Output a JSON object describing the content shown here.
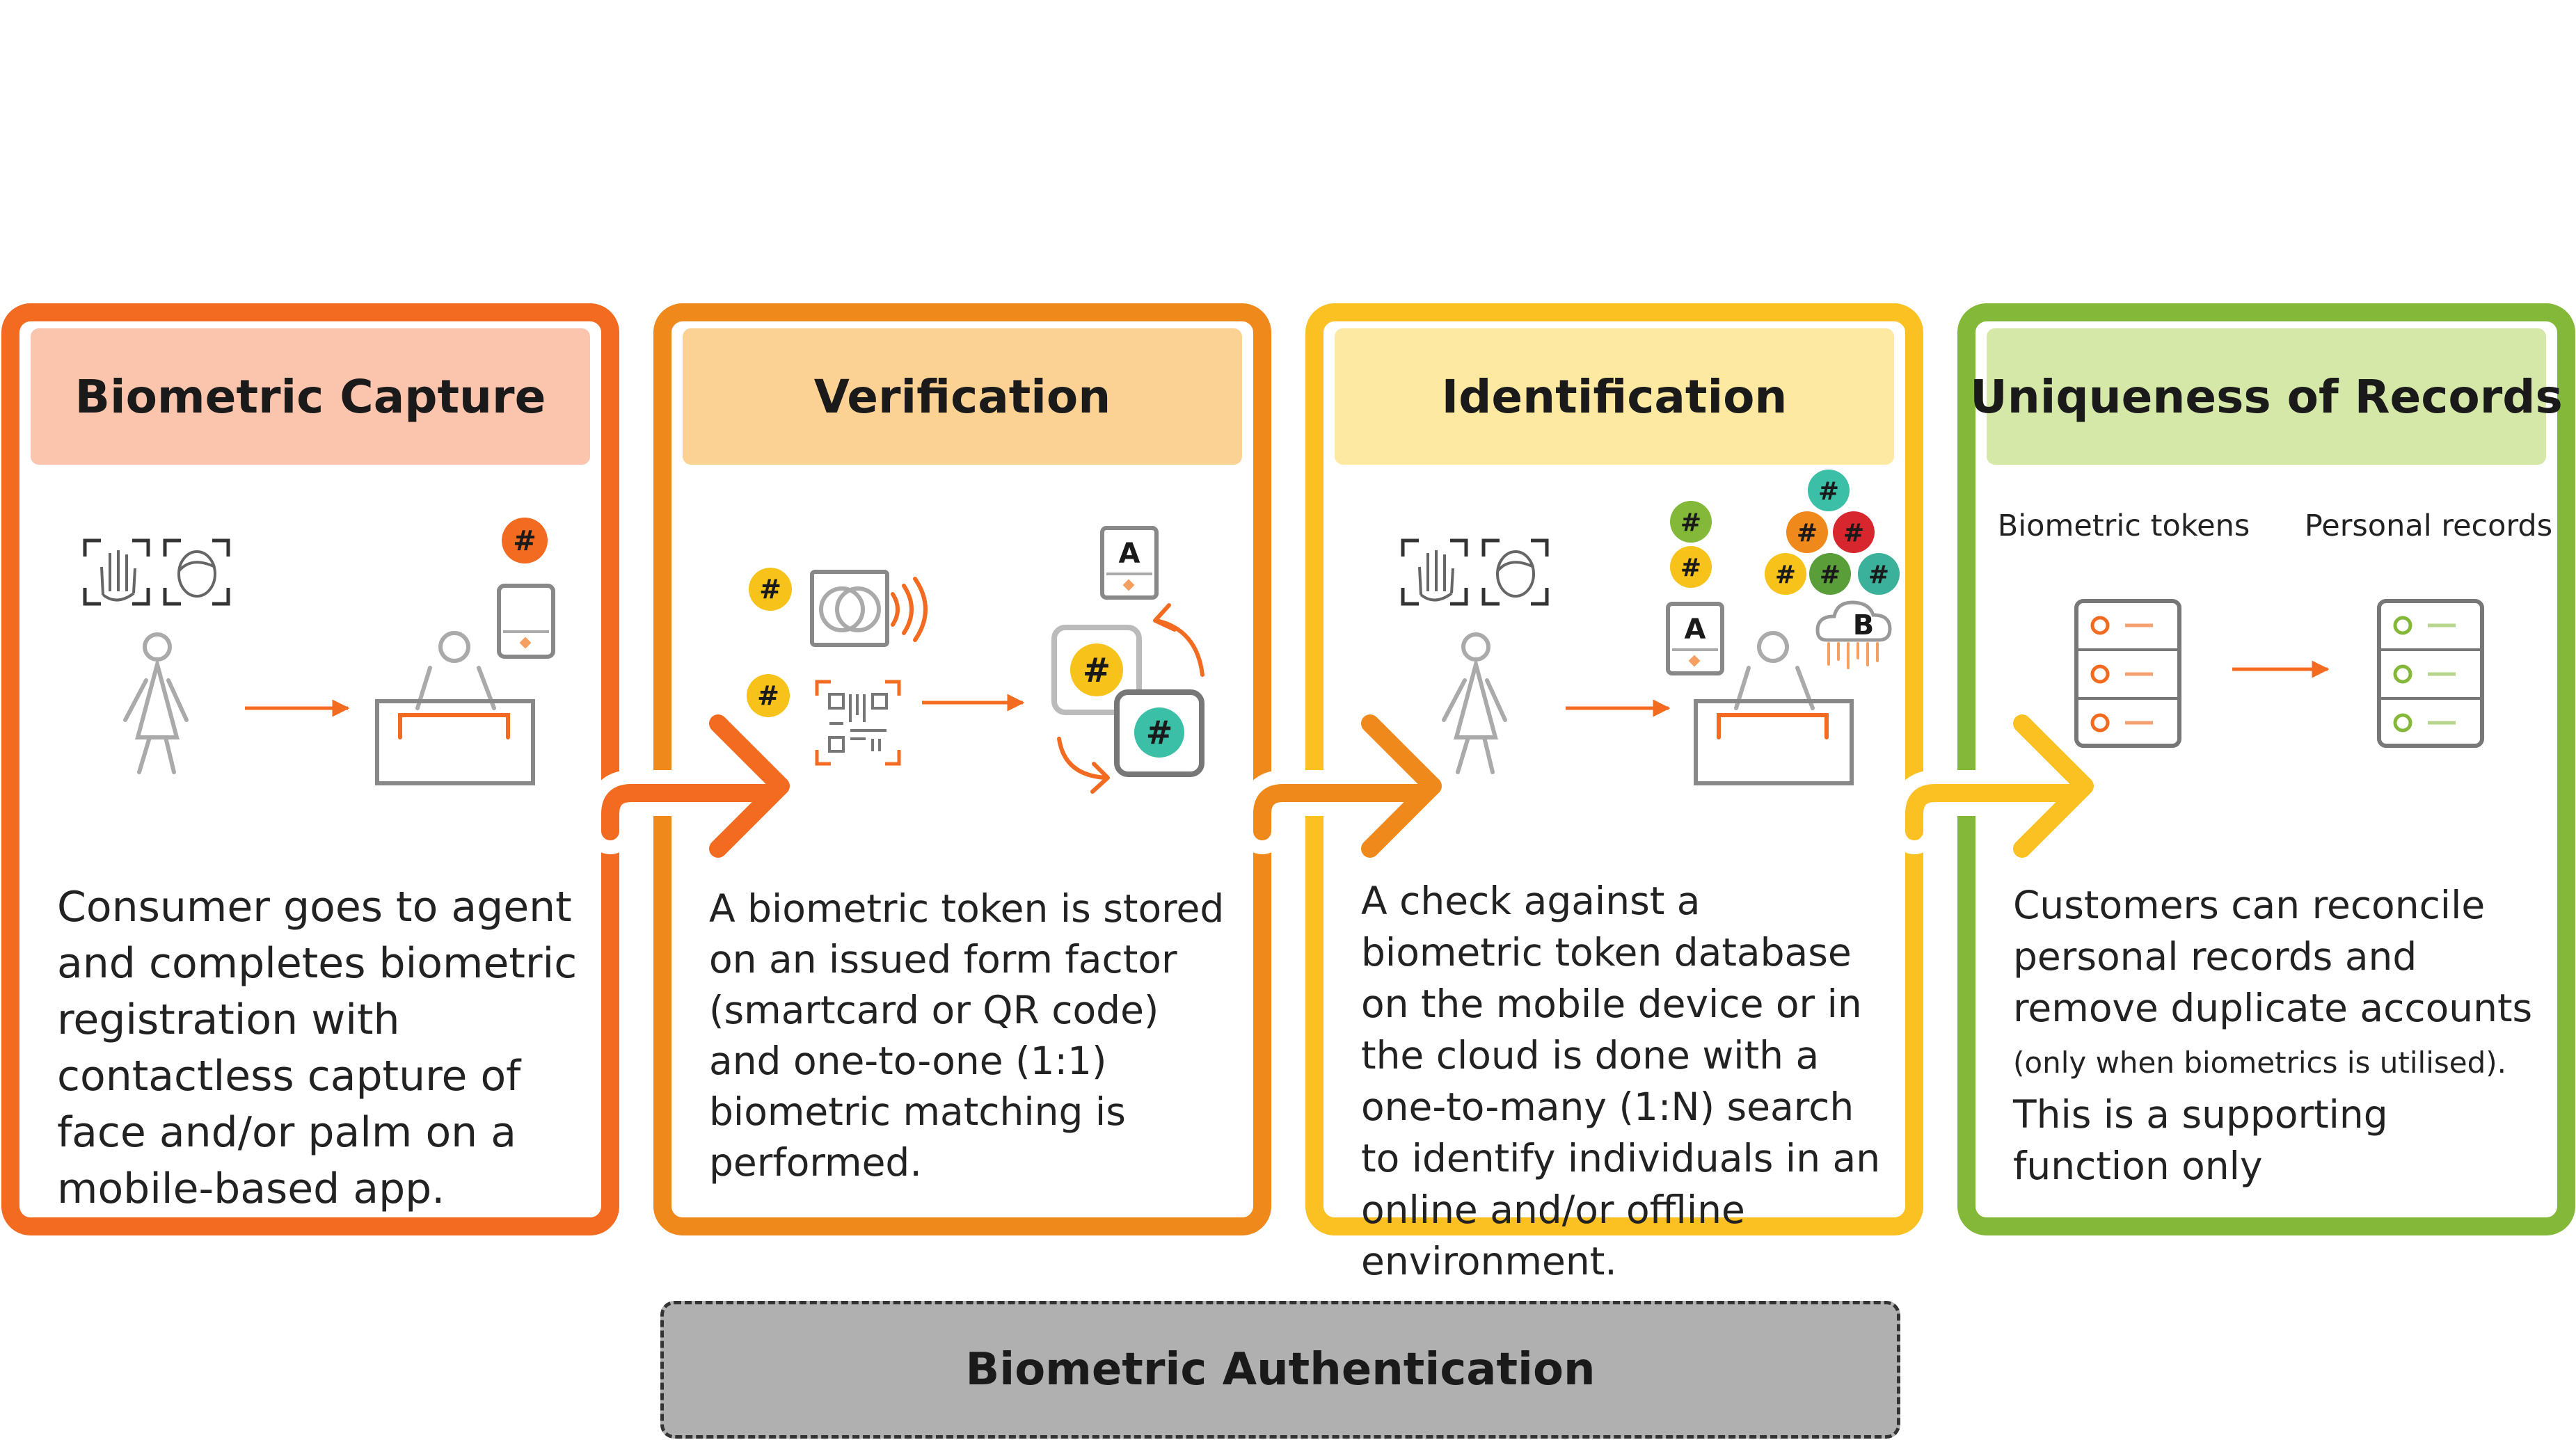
{
  "stages": [
    {
      "id": "biometric-capture",
      "title": "Biometric Capture",
      "color": "#f26b21",
      "header_color": "#fbc4ac",
      "description": "Consumer goes to agent and completes biometric registration with contactless capture of face and/or palm on a mobile-based app.",
      "icons": [
        "palm-scan-icon",
        "face-scan-icon",
        "person-icon",
        "agent-desk-icon",
        "mobile-device-icon",
        "token-hash-icon",
        "arrow-right-icon"
      ]
    },
    {
      "id": "verification",
      "title": "Verification",
      "color": "#f0891b",
      "header_color": "#fcd294",
      "description": "A biometric token is stored on an issued form factor (smartcard or QR code) and one-to-one (1:1) biometric matching is performed.",
      "icons": [
        "contactless-card-icon",
        "qr-code-icon",
        "token-hash-icon",
        "device-a-icon",
        "matching-cycle-icon"
      ]
    },
    {
      "id": "identification",
      "title": "Identification",
      "color": "#fbc021",
      "header_color": "#fde9a1",
      "description": "A check against a biometric token database on the mobile device or in the cloud is done with a one-to-many (1:N) search to identify individuals in an online and/or offline environment.",
      "icons": [
        "palm-scan-icon",
        "face-scan-icon",
        "person-icon",
        "agent-desk-icon",
        "device-a-icon",
        "cloud-b-icon",
        "token-database-icon"
      ]
    },
    {
      "id": "uniqueness-of-records",
      "title": "Uniqueness of Records",
      "color": "#84b838",
      "header_color": "#d5e8a8",
      "description_main": "Customers can reconcile personal records and remove duplicate accounts",
      "description_note": "(only when biometrics is utilised).",
      "description_end": "This is a supporting function only",
      "label_tokens": "Biometric tokens",
      "label_records": "Personal records",
      "icons": [
        "token-server-icon",
        "records-server-icon",
        "arrow-right-icon"
      ]
    }
  ],
  "glyphs": {
    "hash": "#",
    "device_a": "A",
    "cloud_b": "B"
  },
  "token_colors": {
    "orange": "#f26b21",
    "yellow": "#f7c31b",
    "green": "#84b838",
    "teal": "#3bbfa6",
    "red": "#d7262e",
    "dark_green": "#5a9e3a"
  },
  "footer": {
    "label": "Biometric Authentication"
  }
}
